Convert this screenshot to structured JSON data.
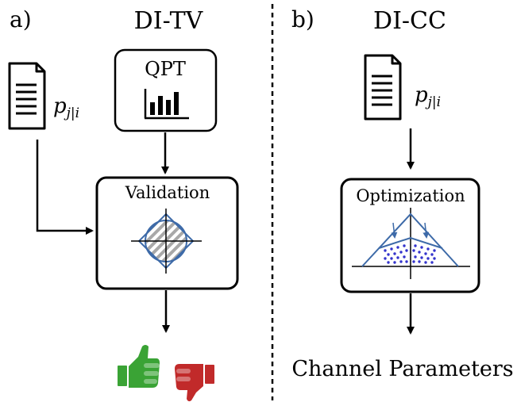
{
  "panel_a": {
    "label": "a)",
    "title": "DI-TV",
    "qpt_label": "QPT",
    "probability_label_main": "p",
    "probability_label_sub": "j|i",
    "validation_label": "Validation"
  },
  "panel_b": {
    "label": "b)",
    "title": "DI-CC",
    "probability_label_main": "p",
    "probability_label_sub": "j|i",
    "optimization_label": "Optimization",
    "output_label": "Channel Parameters"
  },
  "colors": {
    "outline": "#000000",
    "plot_blue": "#3d6aa8",
    "hatch_gray": "#a8a8a8",
    "dot_blue": "#3333cc",
    "thumb_up": "#3aa335",
    "thumb_down": "#c12a2a"
  }
}
